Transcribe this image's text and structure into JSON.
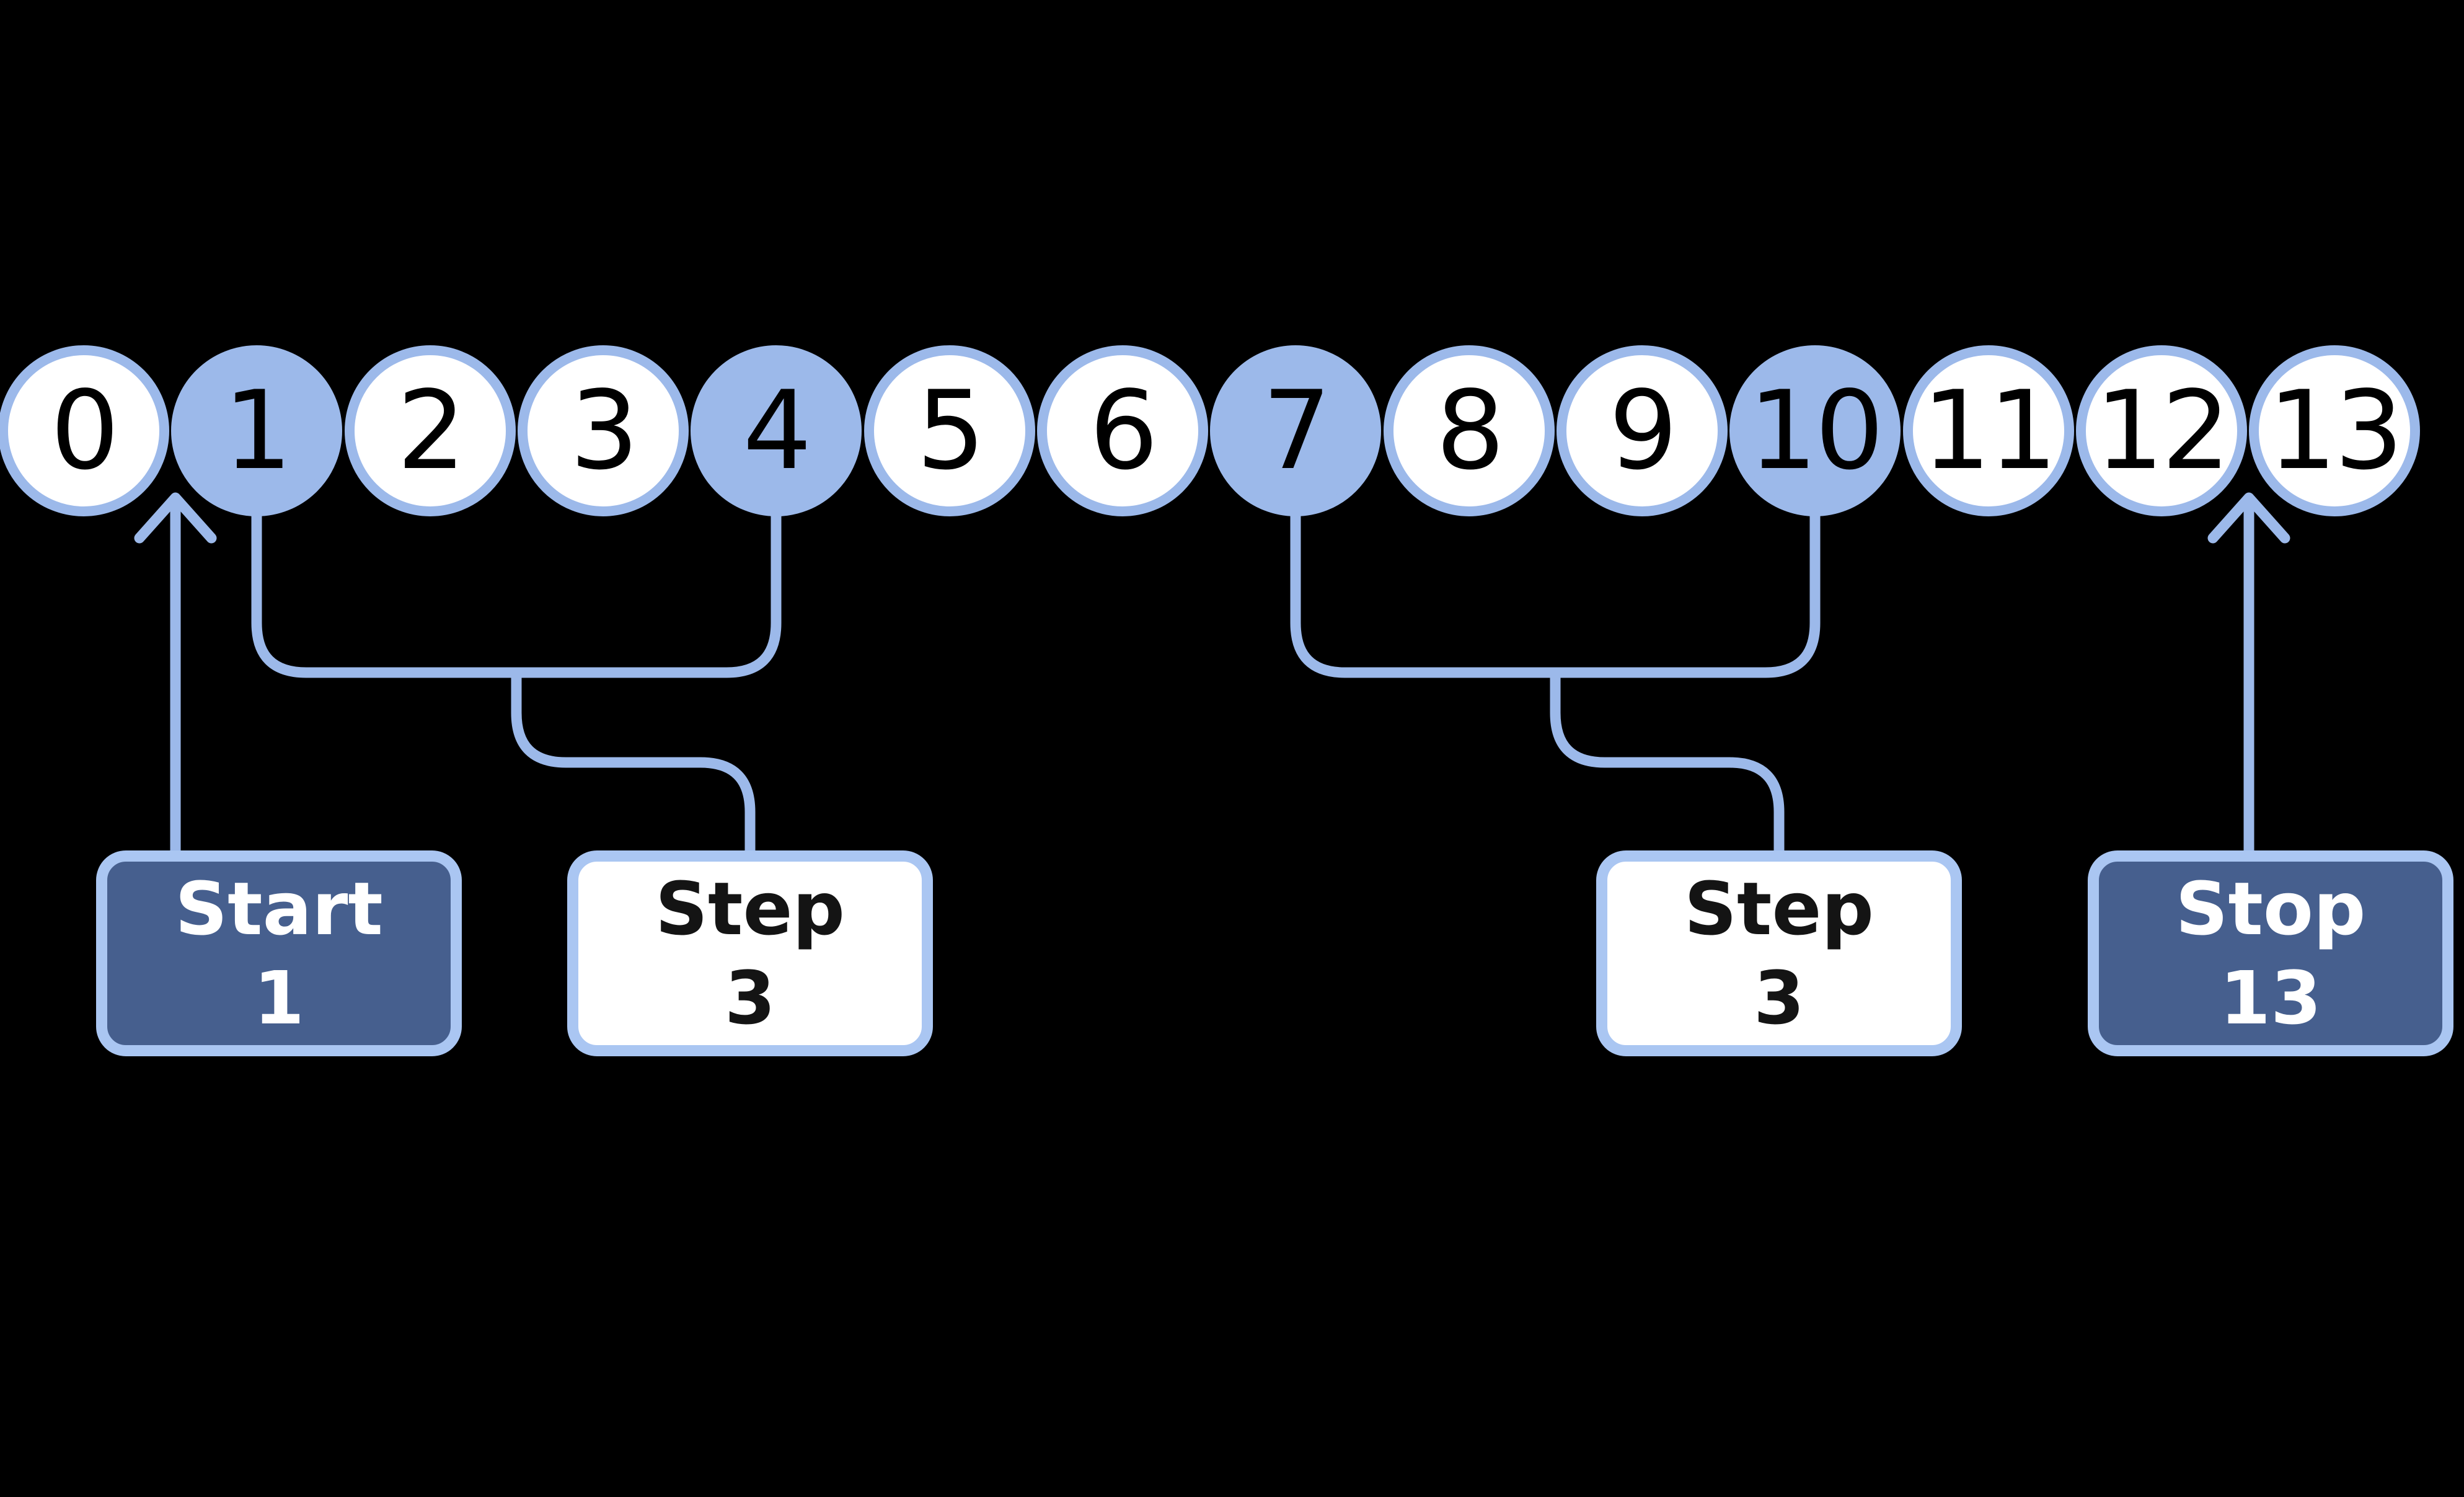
{
  "colors": {
    "background": "#000000",
    "accent_light_blue": "#9cb9ea",
    "box_border_blue": "#aac6f2",
    "box_dark_blue": "#465f8e",
    "circle_fill_white": "#ffffff",
    "number_text": "#000000",
    "box_text_on_dark": "#ffffff",
    "box_text_on_light": "#141414"
  },
  "number_line": {
    "numbers": [
      {
        "value": "0",
        "highlighted": false
      },
      {
        "value": "1",
        "highlighted": true
      },
      {
        "value": "2",
        "highlighted": false
      },
      {
        "value": "3",
        "highlighted": false
      },
      {
        "value": "4",
        "highlighted": true
      },
      {
        "value": "5",
        "highlighted": false
      },
      {
        "value": "6",
        "highlighted": false
      },
      {
        "value": "7",
        "highlighted": true
      },
      {
        "value": "8",
        "highlighted": false
      },
      {
        "value": "9",
        "highlighted": false
      },
      {
        "value": "10",
        "highlighted": true
      },
      {
        "value": "11",
        "highlighted": false
      },
      {
        "value": "12",
        "highlighted": false
      },
      {
        "value": "13",
        "highlighted": false
      }
    ],
    "highlighted_values": [
      "1",
      "4",
      "7",
      "10"
    ]
  },
  "labels": {
    "start": {
      "title": "Start",
      "value": "1"
    },
    "step_left": {
      "title": "Step",
      "value": "3"
    },
    "step_right": {
      "title": "Step",
      "value": "3"
    },
    "stop": {
      "title": "Stop",
      "value": "13"
    }
  }
}
